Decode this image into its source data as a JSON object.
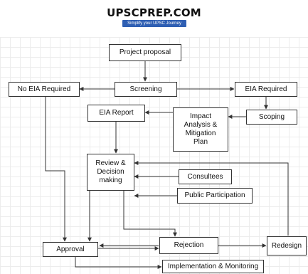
{
  "header": {
    "logo_text": "UPSCPREP.COM",
    "tagline": "Simplify your UPSC Journey"
  },
  "colors": {
    "tagline_bg": "#2f5fb3",
    "line": "#333333",
    "grid": "#ececec"
  },
  "diagram": {
    "nodes": {
      "project_proposal": "Project proposal",
      "screening": "Screening",
      "no_eia_required": "No EIA Required",
      "eia_required": "EIA Required",
      "scoping": "Scoping",
      "impact_analysis": "Impact Analysis & Mitigation Plan",
      "eia_report": "EIA Report",
      "review_decision": "Review & Decision making",
      "consultees": "Consultees",
      "public_participation": "Public Participation",
      "approval": "Approval",
      "rejection": "Rejection",
      "redesign": "Redesign",
      "implementation": "Implementation & Monitoring"
    }
  }
}
